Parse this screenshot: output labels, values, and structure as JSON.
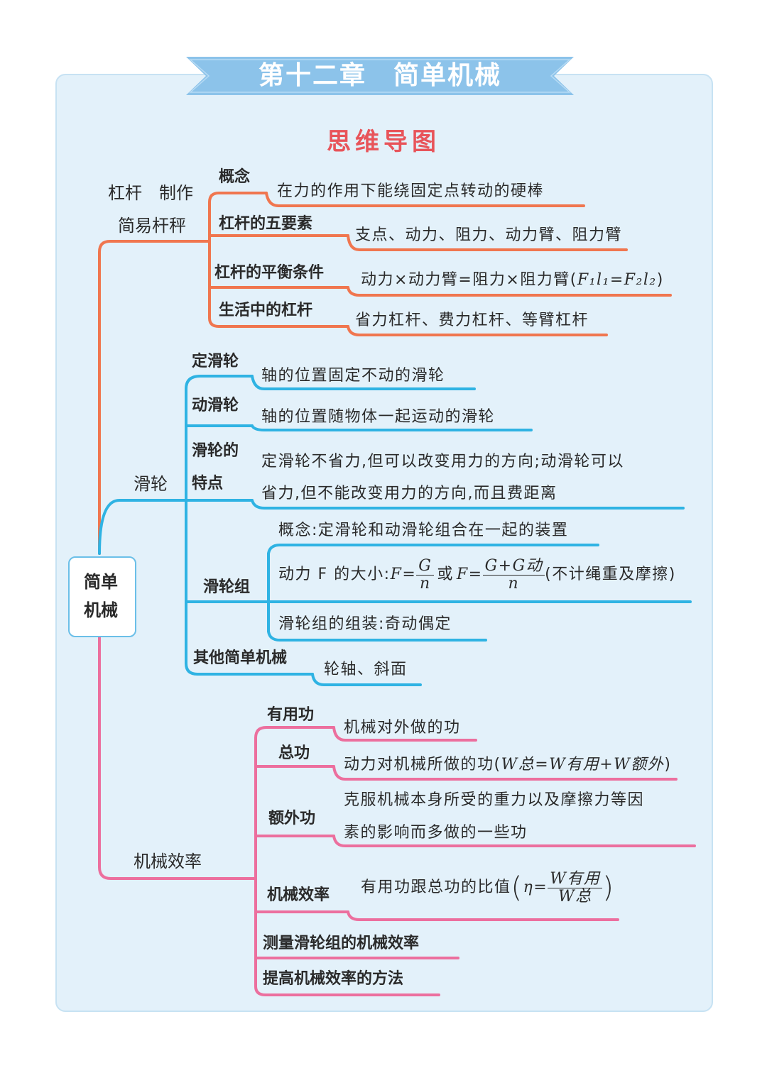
{
  "header": {
    "chapter_title": "第十二章　简单机械",
    "subtitle": "思维导图"
  },
  "root": {
    "line1": "简单",
    "line2": "机械"
  },
  "branches": {
    "lever": {
      "label_line1": "杠杆　制作",
      "label_line2": "简易杆秤",
      "items": [
        {
          "label": "概念",
          "desc": "在力的作用下能绕固定点转动的硬棒"
        },
        {
          "label": "杠杆的五要素",
          "desc": "支点、动力、阻力、动力臂、阻力臂"
        },
        {
          "label": "杠杆的平衡条件",
          "desc_prefix": "动力×动力臂=阻力×阻力臂(",
          "desc_formula": "F₁l₁=F₂l₂",
          "desc_suffix": ")"
        },
        {
          "label": "生活中的杠杆",
          "desc": "省力杠杆、费力杠杆、等臂杠杆"
        }
      ]
    },
    "pulley": {
      "label": "滑轮",
      "items": [
        {
          "label": "定滑轮",
          "desc": "轴的位置固定不动的滑轮"
        },
        {
          "label": "动滑轮",
          "desc": "轴的位置随物体一起运动的滑轮"
        },
        {
          "label_line1": "滑轮的",
          "label_line2": "特点",
          "desc_line1": "定滑轮不省力,但可以改变用力的方向;动滑轮可以",
          "desc_line2": "省力,但不能改变用力的方向,而且费距离"
        },
        {
          "label": "滑轮组",
          "sub_concept": "概念:定滑轮和动滑轮组合在一起的装置",
          "sub_force_prefix": "动力 F 的大小:",
          "sub_force_f1": "F=",
          "sub_force_num1": "G",
          "sub_force_den1": "n",
          "sub_force_or": "或",
          "sub_force_f2": "F=",
          "sub_force_num2": "G+G动",
          "sub_force_den2": "n",
          "sub_force_suffix": "(不计绳重及摩擦)",
          "sub_assembly": "滑轮组的组装:奇动偶定"
        },
        {
          "label": "其他简单机械",
          "desc": "轮轴、斜面"
        }
      ]
    },
    "efficiency": {
      "label": "机械效率",
      "items": [
        {
          "label": "有用功",
          "desc": "机械对外做的功"
        },
        {
          "label": "总功",
          "desc_prefix": "动力对机械所做的功(",
          "desc_formula": "W总=W有用+W额外",
          "desc_suffix": ")"
        },
        {
          "label": "额外功",
          "desc_line1": "克服机械本身所受的重力以及摩擦力等因",
          "desc_line2": "素的影响而多做的一些功"
        },
        {
          "label": "机械效率",
          "desc": "有用功跟总功的比值",
          "formula_lhs": "η=",
          "formula_num": "W有用",
          "formula_den": "W总"
        },
        {
          "label": "测量滑轮组的机械效率"
        },
        {
          "label": "提高机械效率的方法"
        }
      ]
    }
  },
  "colors": {
    "lever": "#f0764f",
    "pulley": "#2fb3e3",
    "efficiency": "#ec6f9e",
    "banner": "#8cc3ea",
    "title_red": "#e8545a",
    "card_bg": "#e3f1fa"
  }
}
